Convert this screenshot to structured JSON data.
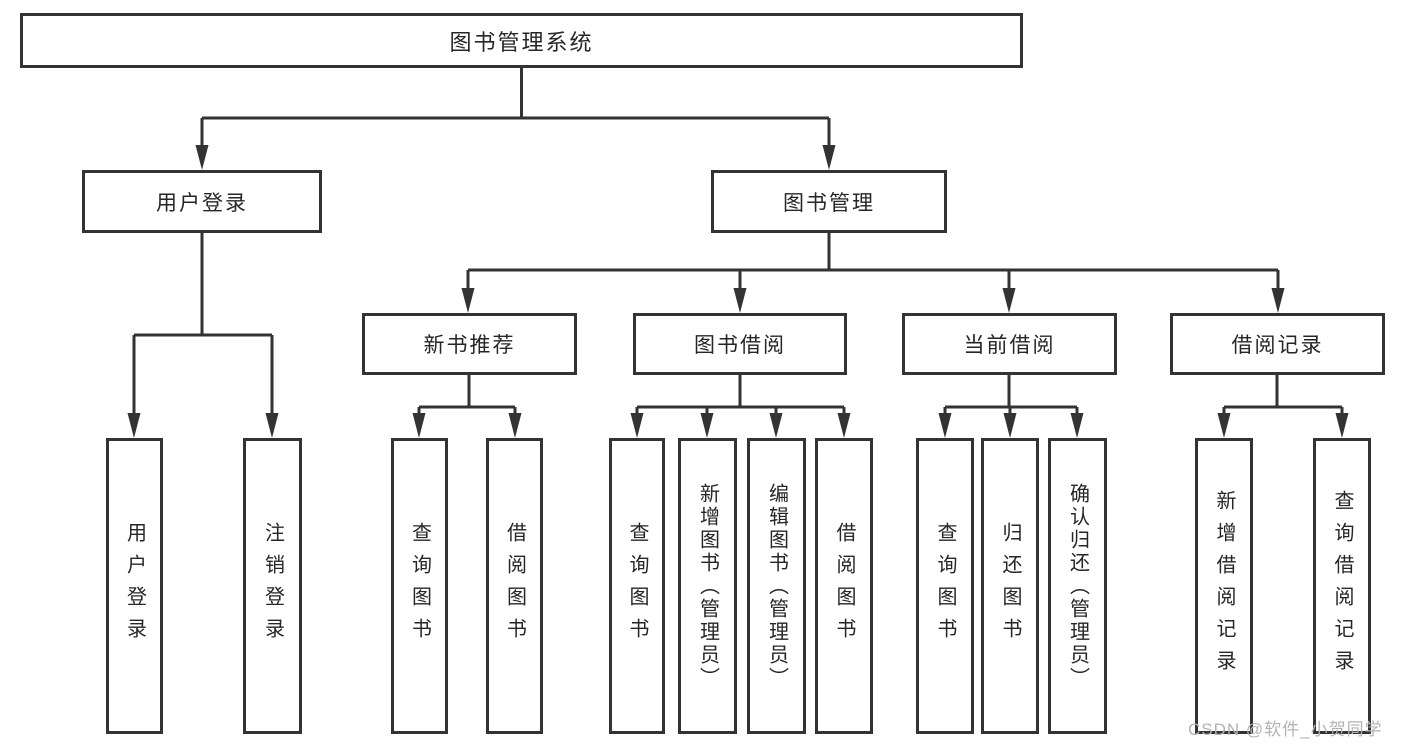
{
  "diagram": {
    "type": "hierarchy",
    "nodes": {
      "root": {
        "label": "图书管理系统"
      },
      "login": {
        "label": "用户登录"
      },
      "book_mgmt": {
        "label": "图书管理"
      },
      "user_login": {
        "label": "用户登录"
      },
      "logout": {
        "label": "注销登录"
      },
      "new_rec": {
        "label": "新书推荐"
      },
      "nr_query": {
        "label": "查询图书"
      },
      "nr_borrow": {
        "label": "借阅图书"
      },
      "borrow": {
        "label": "图书借阅"
      },
      "b_query": {
        "label": "查询图书"
      },
      "b_add": {
        "label": "新增图书（管理员）"
      },
      "b_edit": {
        "label": "编辑图书（管理员）"
      },
      "b_borrow": {
        "label": "借阅图书"
      },
      "current": {
        "label": "当前借阅"
      },
      "c_query": {
        "label": "查询图书"
      },
      "c_return": {
        "label": "归还图书"
      },
      "c_confirm": {
        "label": "确认归还（管理员）"
      },
      "records": {
        "label": "借阅记录"
      },
      "r_add": {
        "label": "新增借阅记录"
      },
      "r_query": {
        "label": "查询借阅记录"
      }
    },
    "edges": [
      [
        "root",
        "login"
      ],
      [
        "root",
        "book_mgmt"
      ],
      [
        "login",
        "user_login"
      ],
      [
        "login",
        "logout"
      ],
      [
        "book_mgmt",
        "new_rec"
      ],
      [
        "book_mgmt",
        "borrow"
      ],
      [
        "book_mgmt",
        "current"
      ],
      [
        "book_mgmt",
        "records"
      ],
      [
        "new_rec",
        "nr_query"
      ],
      [
        "new_rec",
        "nr_borrow"
      ],
      [
        "borrow",
        "b_query"
      ],
      [
        "borrow",
        "b_add"
      ],
      [
        "borrow",
        "b_edit"
      ],
      [
        "borrow",
        "b_borrow"
      ],
      [
        "current",
        "c_query"
      ],
      [
        "current",
        "c_return"
      ],
      [
        "current",
        "c_confirm"
      ],
      [
        "records",
        "r_add"
      ],
      [
        "records",
        "r_query"
      ]
    ]
  },
  "watermark": {
    "text": "CSDN @软件_小贺同学"
  },
  "colors": {
    "line": "#333333",
    "border": "#333333",
    "text": "#262626",
    "watermark": "#b3b3b3",
    "background": "#ffffff"
  }
}
